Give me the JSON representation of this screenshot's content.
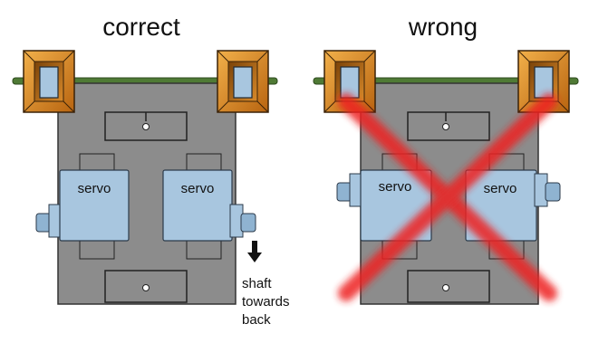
{
  "panels": [
    {
      "title": "correct",
      "servo_labels": [
        "servo",
        "servo"
      ]
    },
    {
      "title": "wrong",
      "servo_labels": [
        "servo",
        "servo"
      ]
    }
  ],
  "note_lines": [
    "shaft",
    "towards",
    "back"
  ],
  "colors": {
    "chassis": "#8c8c8c",
    "servo": "#a8c6df",
    "bracket": "#e08a1e",
    "rod": "#4f7a35",
    "cross": "#ee2222"
  }
}
